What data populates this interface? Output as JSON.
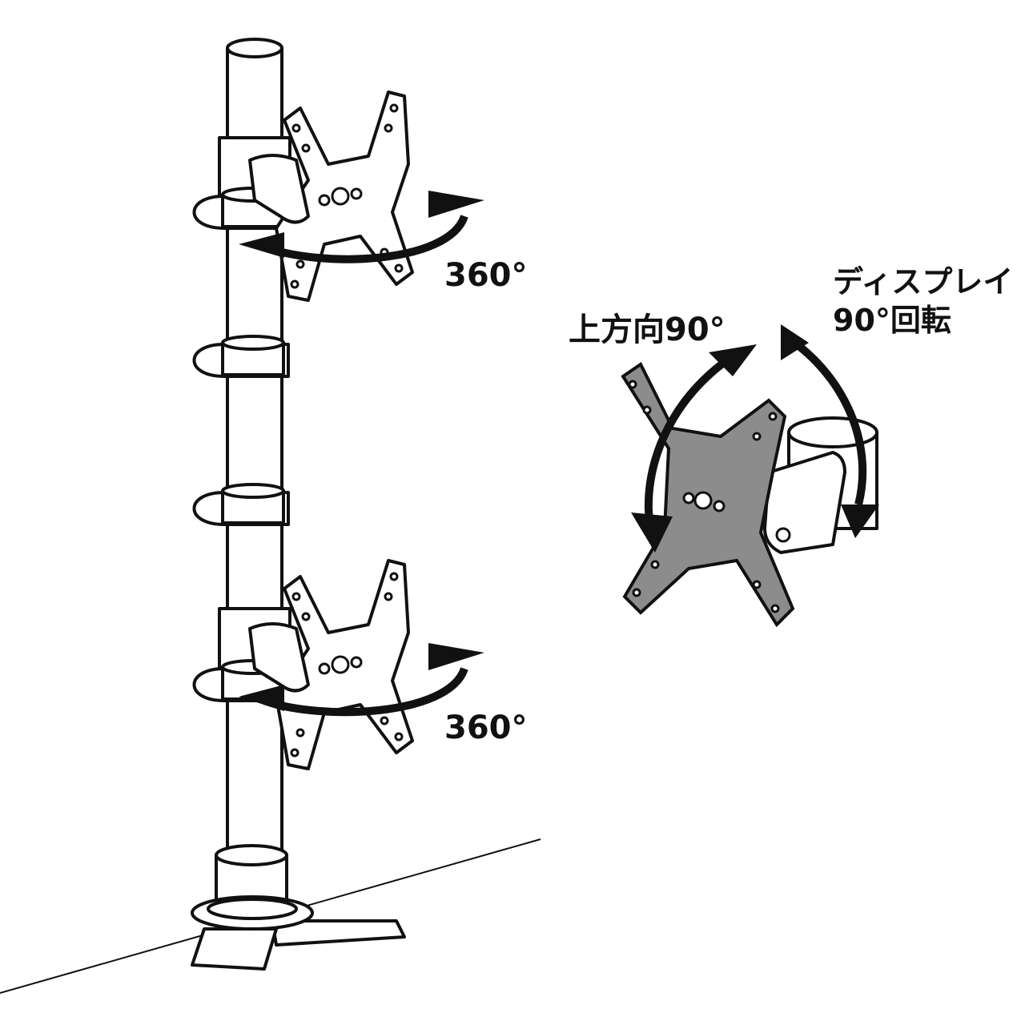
{
  "labels": {
    "upper_rotation": "360°",
    "lower_rotation": "360°",
    "tilt": "上方向90°",
    "display_rotation_line1": "ディスプレイ",
    "display_rotation_line2": "90°回転"
  },
  "colors": {
    "line": "#111111",
    "plate_grey": "#8c8c8c",
    "background": "#ffffff"
  }
}
